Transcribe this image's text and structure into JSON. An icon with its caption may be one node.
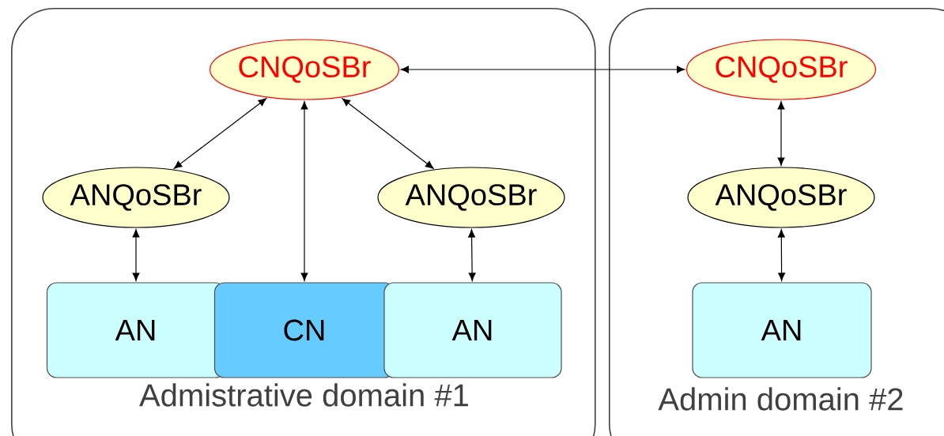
{
  "diagram": {
    "nodes": [
      {
        "text": [
          "Admistrative domain #1"
        ]
      },
      {
        "text": [
          "CNQoSBr"
        ],
        "in": 0
      },
      {
        "text": [
          "ANQoSBr"
        ],
        "in": 0
      },
      {
        "text": [
          "ANQoSBr"
        ],
        "in": 0
      },
      {
        "text": [
          "AN"
        ],
        "in": 0
      },
      {
        "text": [
          "CN"
        ],
        "in": 0
      },
      {
        "text": [
          "AN"
        ],
        "in": 0
      },
      {
        "text": [
          "Admin domain #2"
        ]
      },
      {
        "text": [
          "CNQoSBr"
        ],
        "in": 7
      },
      {
        "text": [
          "ANQoSBr"
        ],
        "in": 7
      },
      {
        "text": [
          "AN"
        ],
        "in": 7
      }
    ],
    "edges": [
      {
        "from": 1,
        "to": 2,
        "arrow": "both"
      },
      {
        "from": 1,
        "to": 5,
        "arrow": "both"
      },
      {
        "from": 1,
        "to": 3,
        "arrow": "both"
      },
      {
        "from": 2,
        "to": 4,
        "arrow": "both"
      },
      {
        "from": 3,
        "to": 6,
        "arrow": "both"
      },
      {
        "from": 1,
        "to": 8,
        "arrow": "both"
      },
      {
        "from": 8,
        "to": 9,
        "arrow": "both"
      },
      {
        "from": 9,
        "to": 10,
        "arrow": "both"
      }
    ]
  }
}
